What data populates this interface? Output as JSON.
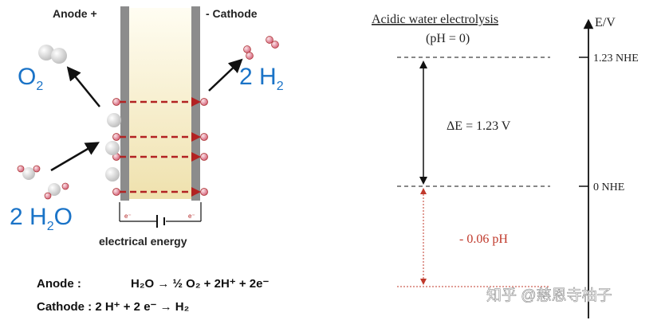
{
  "left_panel": {
    "anode_label": "Anode +",
    "cathode_label": "- Cathode",
    "o2_label": "O",
    "o2_sub": "2",
    "h2_coef": "2 H",
    "h2_sub": "2",
    "water_coef": "2 H",
    "water_sub": "2",
    "water_tail": "O",
    "electron_label": "e⁻",
    "energy_label": "electrical energy",
    "anode_eq_label": "Anode :",
    "anode_eq": "H₂O → ½ O₂ + 2H⁺ + 2e⁻",
    "cathode_eq": "Cathode : 2 H⁺ + 2 e⁻ → H₂"
  },
  "right_panel": {
    "title": "Acidic water electrolysis",
    "subtitle": "(pH = 0)",
    "axis_label": "E/V",
    "level_top": "1.23 NHE",
    "level_zero": "0 NHE",
    "delta_e": "ΔE = 1.23 V",
    "ph_shift": "- 0.06 pH",
    "watermark": "知乎 @慈恩寺柚子"
  },
  "colors": {
    "label_blue": "#1a73c7",
    "arrow_red": "#b22222",
    "shift_red": "#c0392b",
    "electrode_gray": "#8c8c8c",
    "electrolyte": "#f7efc9"
  }
}
